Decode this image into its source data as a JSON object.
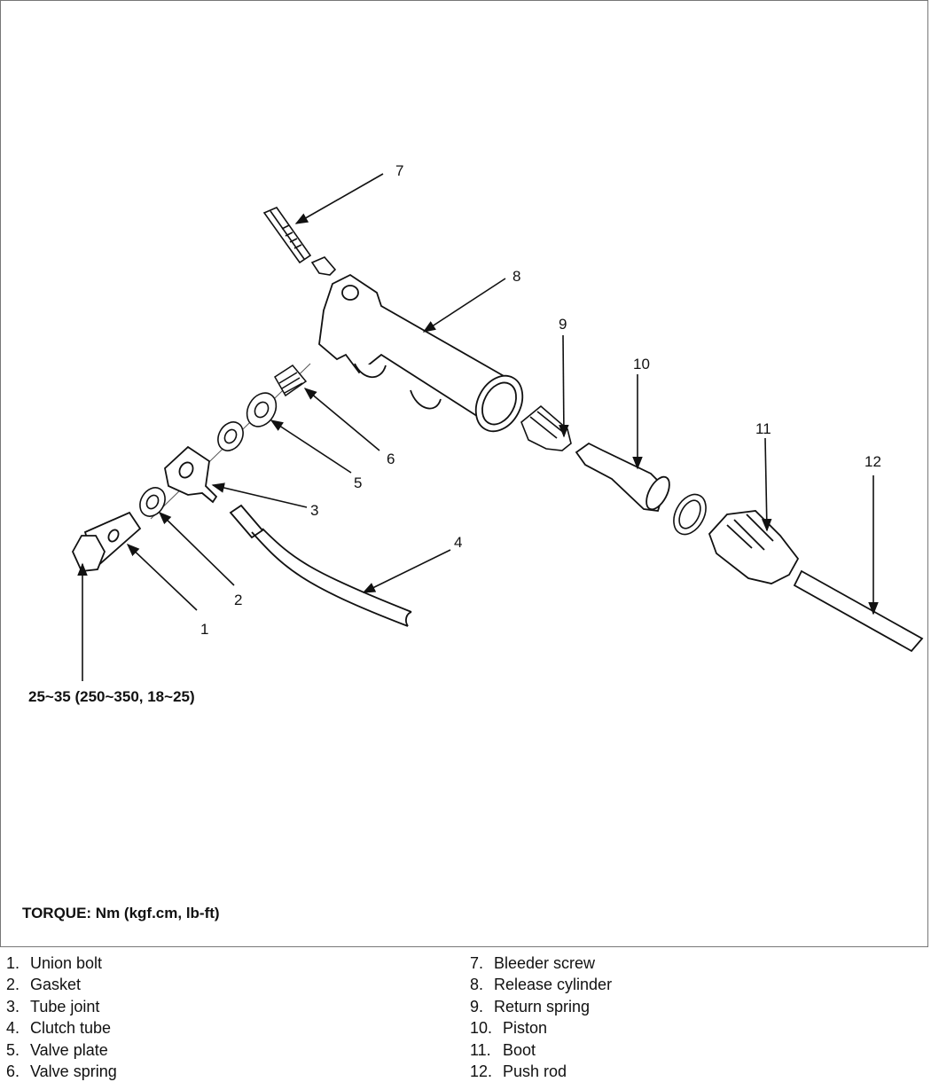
{
  "diagram": {
    "callouts": [
      "1",
      "2",
      "3",
      "4",
      "5",
      "6",
      "7",
      "8",
      "9",
      "10",
      "11",
      "12"
    ],
    "torque_spec": "25~35 (250~350, 18~25)",
    "torque_units": "TORQUE: Nm (kgf.cm, lb-ft)"
  },
  "legend": {
    "left": [
      {
        "num": "1.",
        "label": "Union bolt"
      },
      {
        "num": "2.",
        "label": "Gasket"
      },
      {
        "num": "3.",
        "label": "Tube joint"
      },
      {
        "num": "4.",
        "label": "Clutch tube"
      },
      {
        "num": "5.",
        "label": "Valve plate"
      },
      {
        "num": "6.",
        "label": "Valve spring"
      }
    ],
    "right": [
      {
        "num": "7.",
        "label": "Bleeder screw"
      },
      {
        "num": "8.",
        "label": "Release cylinder"
      },
      {
        "num": "9.",
        "label": "Return spring"
      },
      {
        "num": "10.",
        "label": "Piston"
      },
      {
        "num": "11.",
        "label": "Boot"
      },
      {
        "num": "12.",
        "label": "Push rod"
      }
    ]
  }
}
